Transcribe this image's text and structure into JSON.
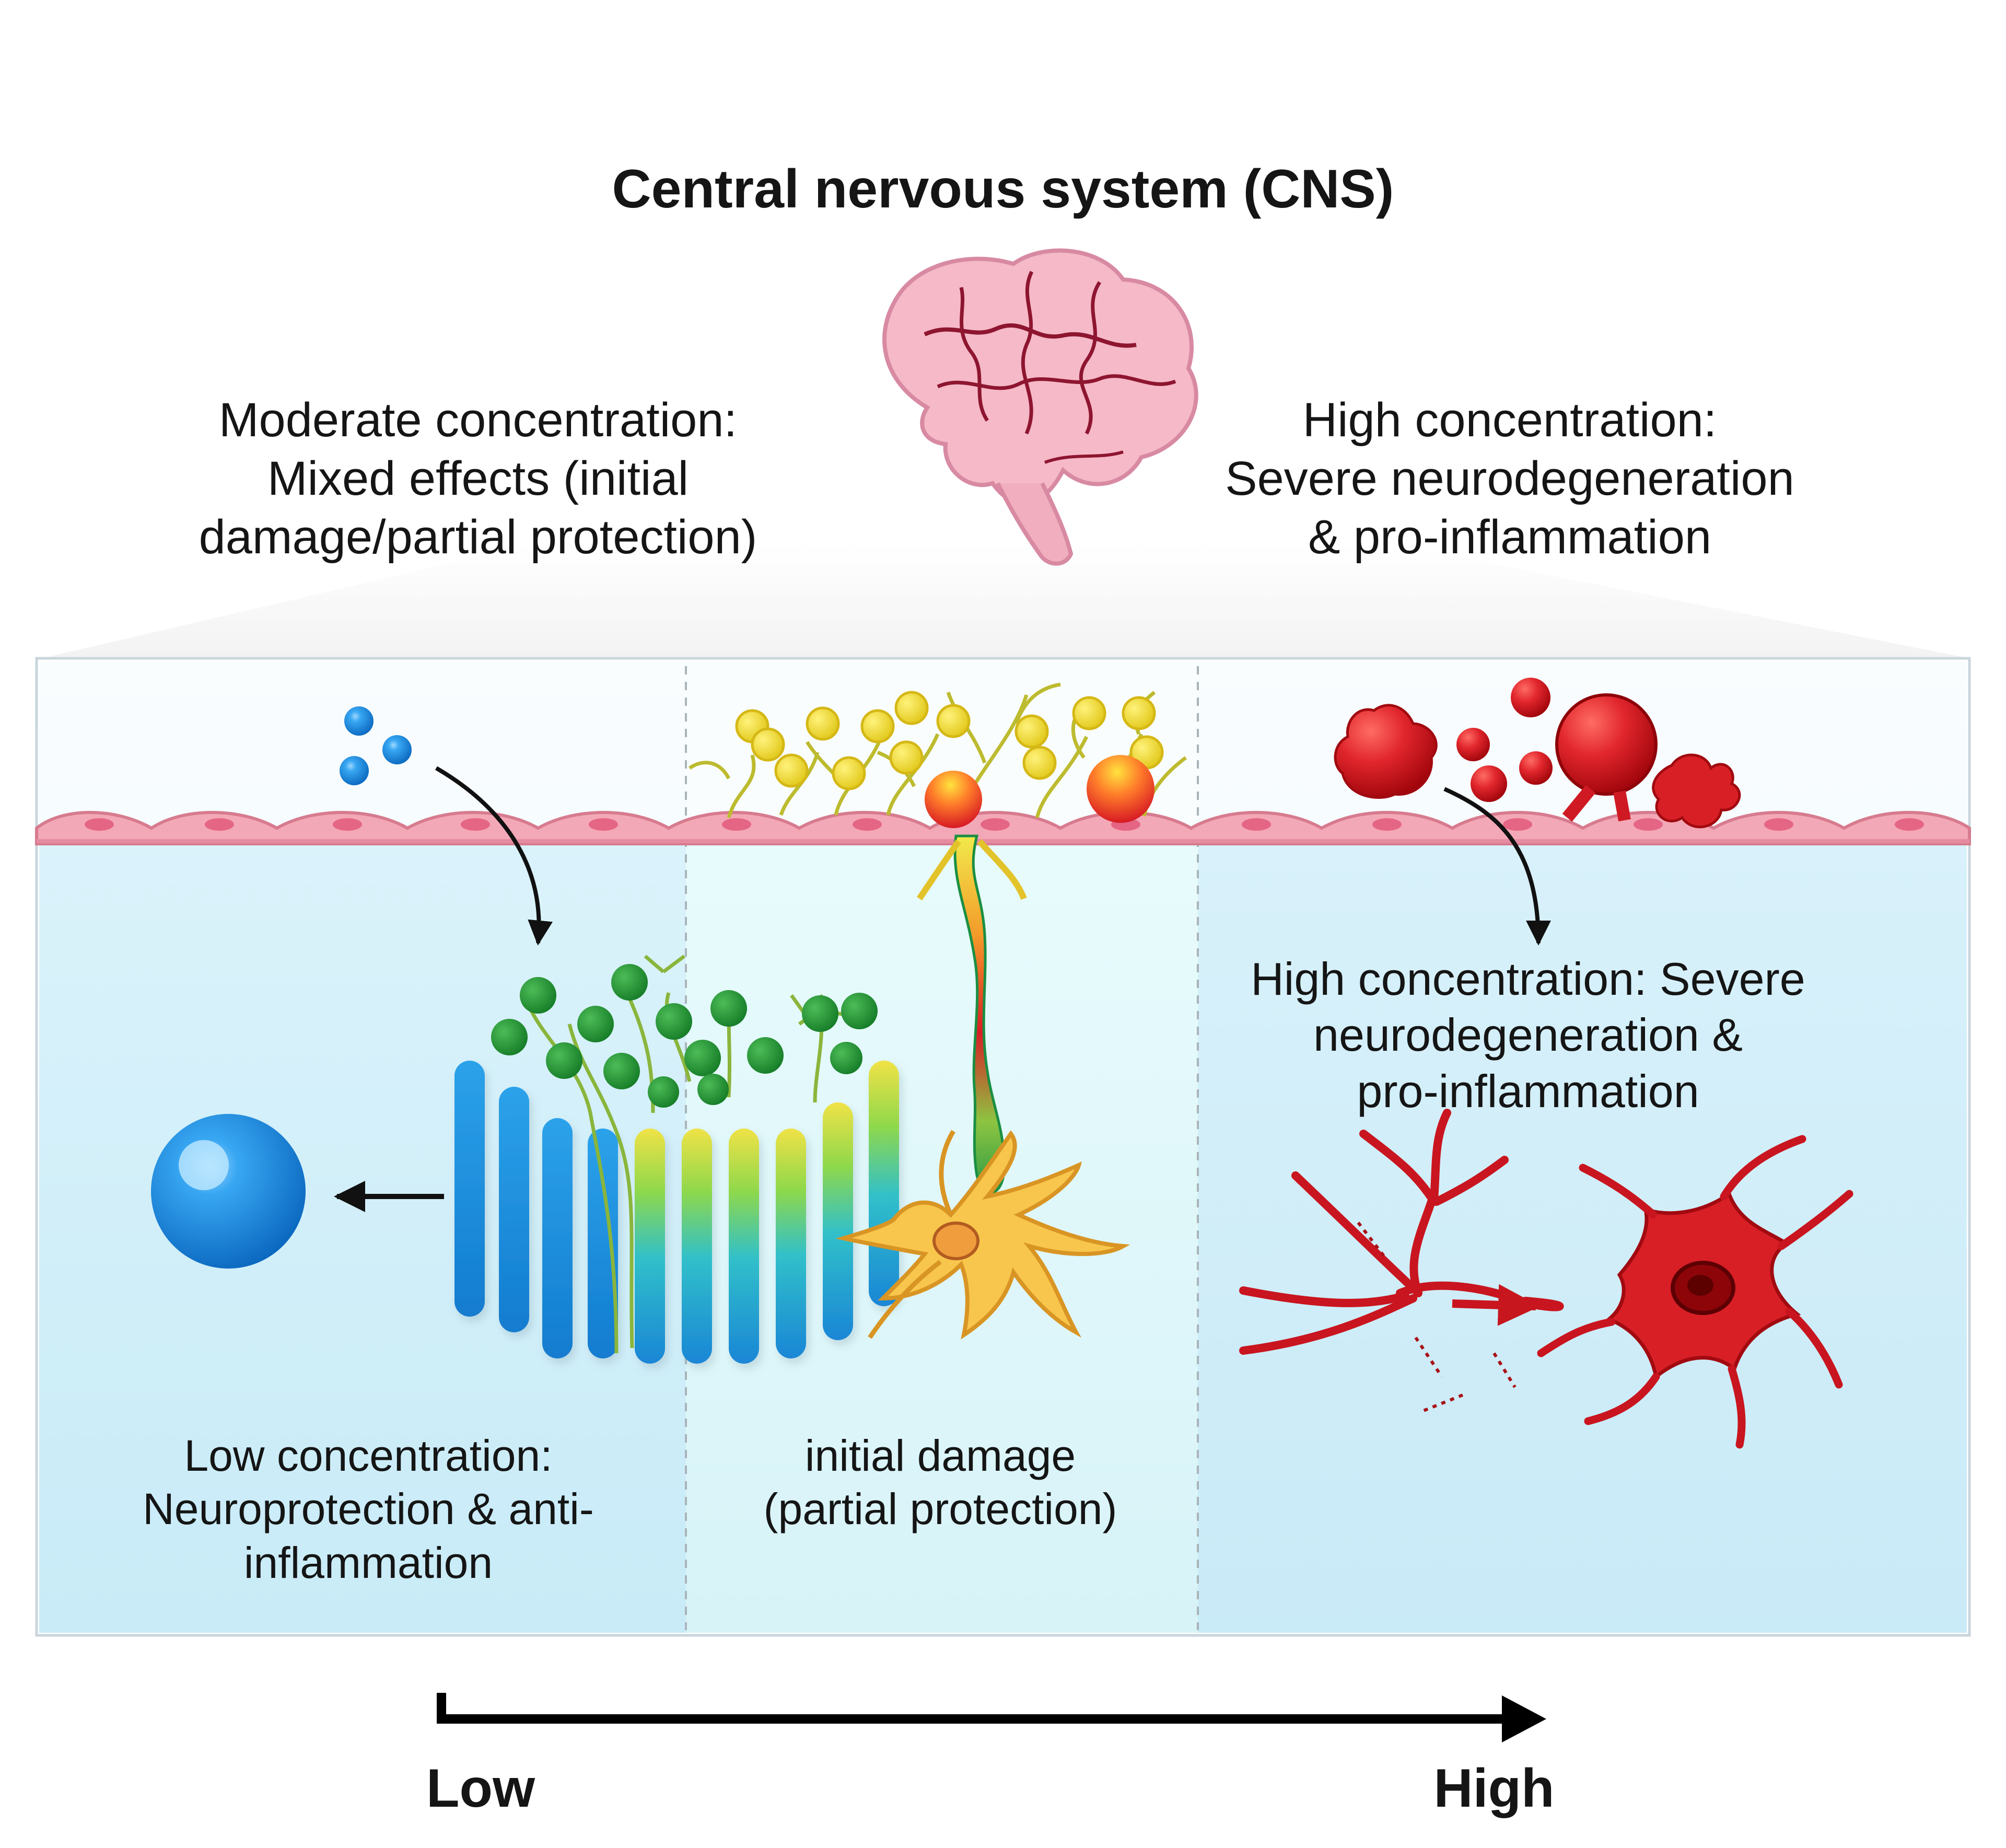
{
  "title": "Central nervous system (CNS)",
  "top_labels": {
    "moderate": {
      "heading": "Moderate concentration:",
      "line2": "Mixed effects (initial",
      "line3": "damage/partial protection)"
    },
    "high": {
      "heading": "High concentration:",
      "line2": "Severe neurodegeneration",
      "line3": "& pro-inflammation"
    }
  },
  "panel_labels": {
    "high_inner": {
      "line1": "High concentration: Severe",
      "line2": "neurodegeneration &",
      "line3": "pro-inflammation"
    },
    "low": {
      "line1": "Low concentration:",
      "line2": "Neuroprotection & anti-",
      "line3": "inflammation"
    },
    "moderate_inner": {
      "line1": "initial damage",
      "line2": "(partial protection)"
    }
  },
  "axis": {
    "low": "Low",
    "high": "High"
  },
  "colors": {
    "panel_blue": "#cfeefa",
    "panel_mid": "#e4f8fb",
    "membrane": "#f2a3b3",
    "protective_blue": "#1e88d8",
    "protective_green": "#2e9a3e",
    "warning_yellow": "#f4d93a",
    "damage_red": "#d81f26",
    "axis_arrow": "#000000"
  },
  "icons": {
    "brain": "brain-icon",
    "low_panel_cell": "blue-cell-icon",
    "middle_neuron": "yellow-neuron-icon",
    "right_neurons": "red-damaged-neuron-icon"
  }
}
